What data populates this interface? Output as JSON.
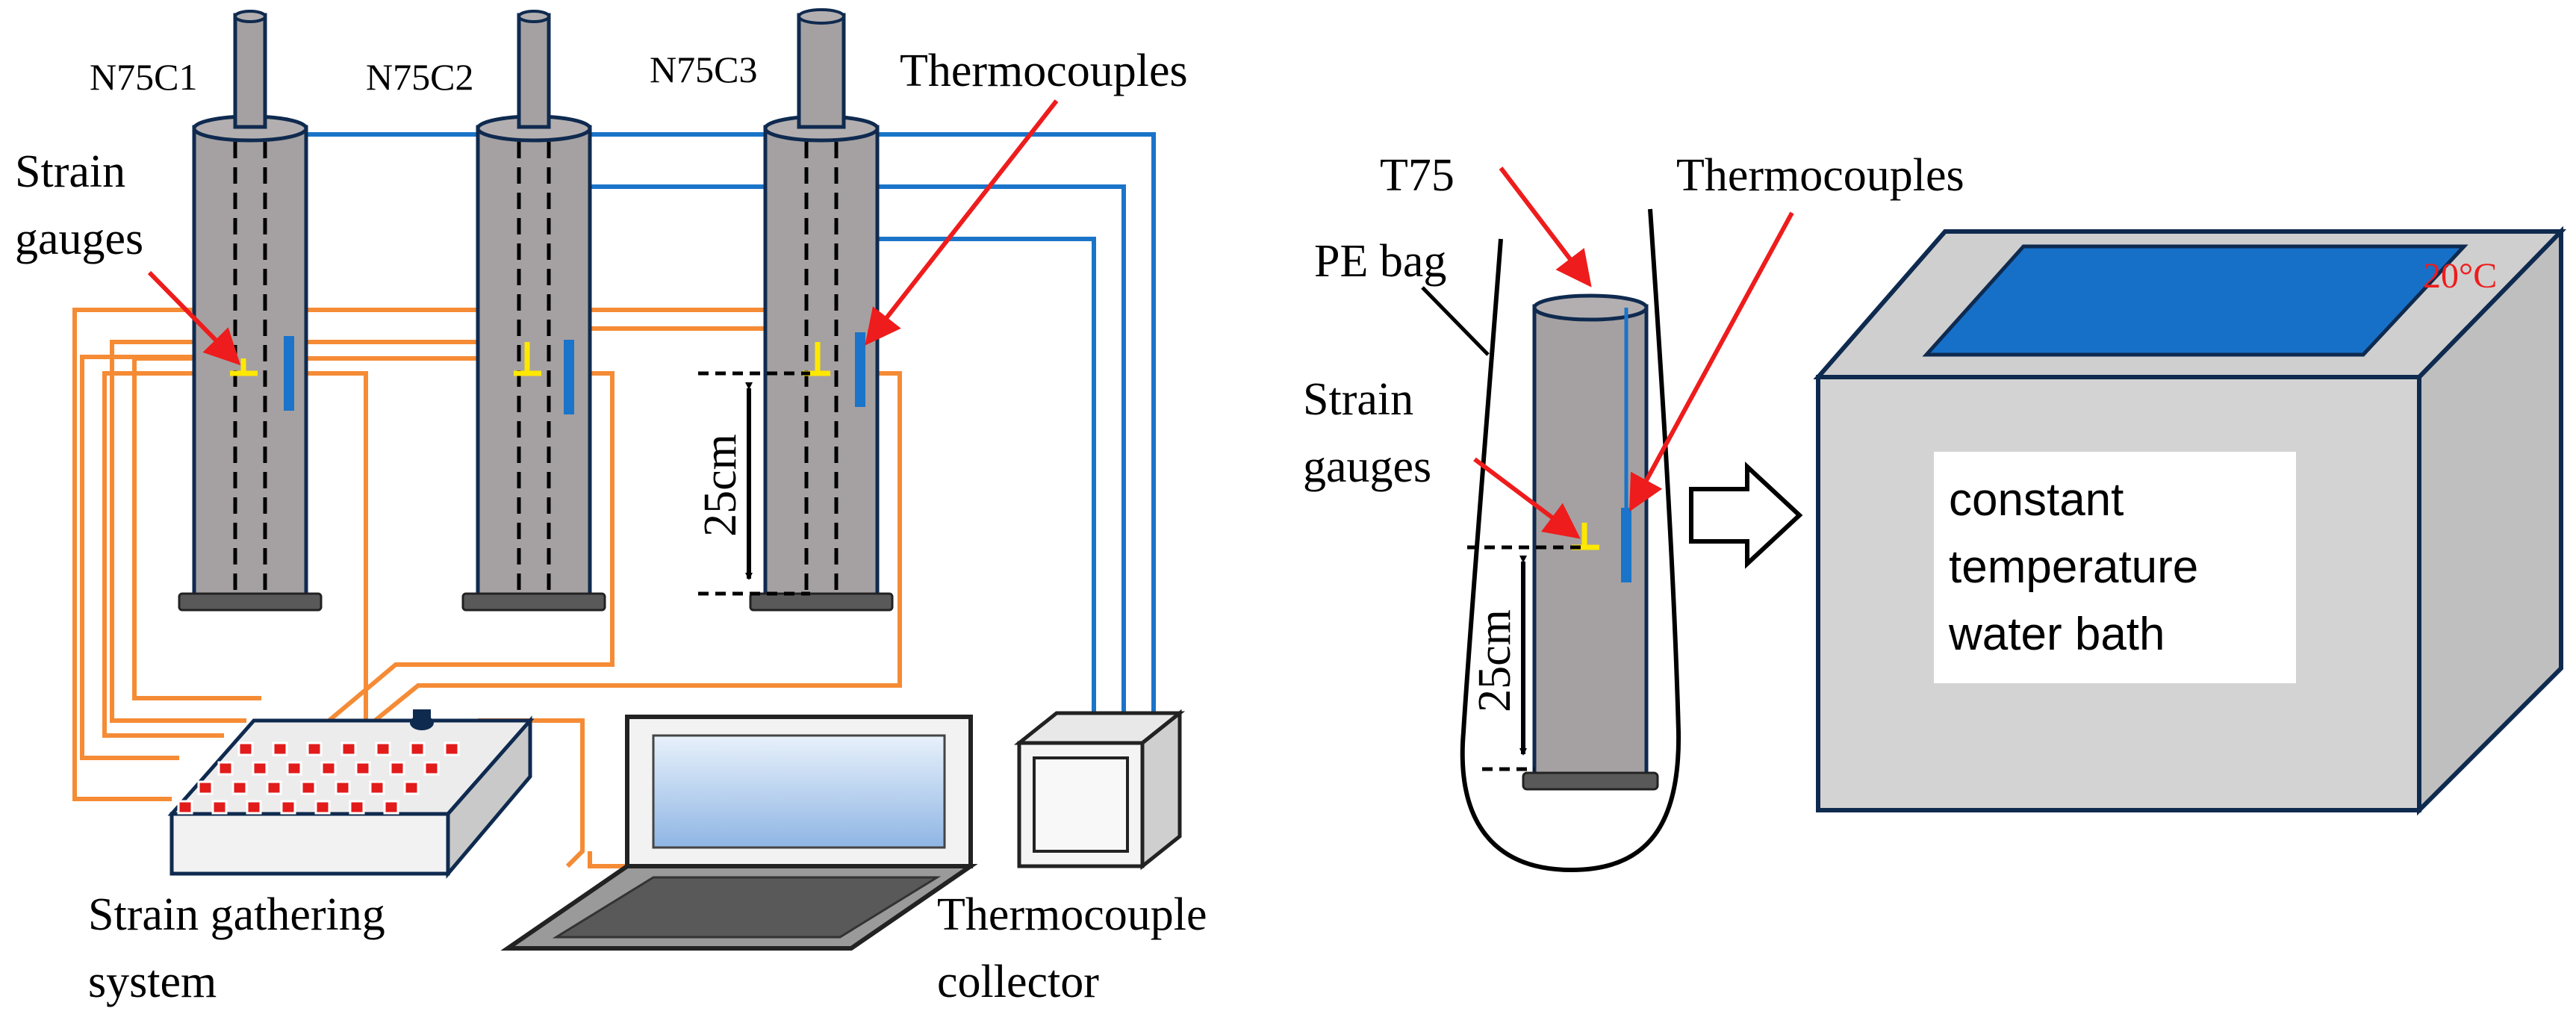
{
  "colors": {
    "cylinder_fill": "#a5a1a2",
    "cylinder_top": "#b3afb0",
    "outline": "#0f2a4f",
    "base": "#595959",
    "wire_blue": "#1a74c9",
    "wire_orange": "#f58b35",
    "gauge": "#ffe800",
    "arrow": "#ee1c1c",
    "water": "#1670c8",
    "box_top": "#cfcfcf",
    "box_front": "#d3d3d3",
    "box_side": "#bfbfbf",
    "screen": "#aac8ec",
    "keyboard": "#595959",
    "port": "#e21b1b"
  },
  "left_setup": {
    "specimen_labels": [
      "N75C1",
      "N75C2",
      "N75C3"
    ],
    "strain_gauges_label": [
      "Strain",
      "gauges"
    ],
    "thermocouples_label": "Thermocouples",
    "dimension_label": "25cm",
    "strain_system_label": [
      "Strain gathering",
      "system"
    ],
    "thermocouple_collector_label": [
      "Thermocouple",
      "collector"
    ]
  },
  "right_setup": {
    "specimen_label": "T75",
    "pe_bag_label": "PE bag",
    "thermocouples_label": "Thermocouples",
    "strain_gauges_label": [
      "Strain",
      "gauges"
    ],
    "dimension_label": "25cm",
    "temperature_label": "20°C",
    "bath_label": [
      "constant",
      "temperature",
      "water bath"
    ]
  }
}
